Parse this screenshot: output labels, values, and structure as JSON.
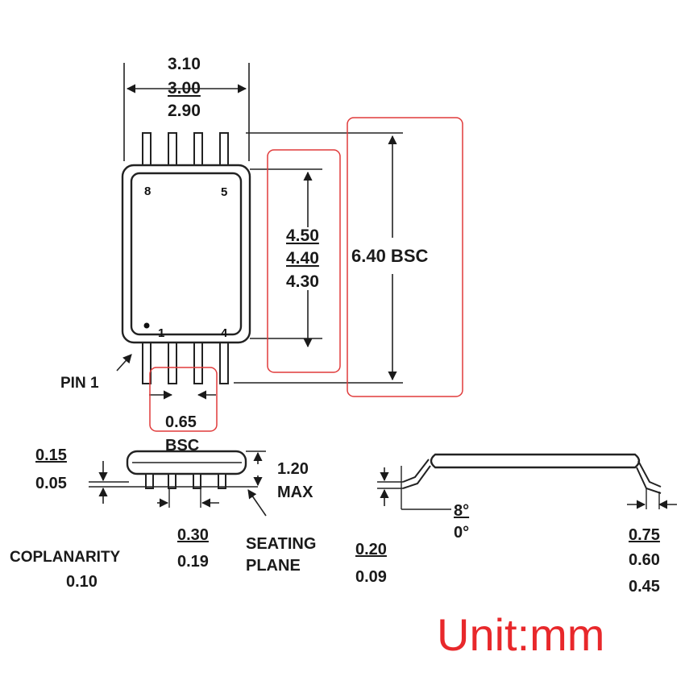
{
  "top_view": {
    "width_dims": [
      "3.10",
      "3.00",
      "2.90"
    ],
    "body_width_dims": [
      "4.50",
      "4.40",
      "4.30"
    ],
    "overall_width": "6.40 BSC",
    "pin_pitch": "0.65",
    "pin_pitch_suffix": "BSC",
    "pin_labels": {
      "p8": "8",
      "p5": "5",
      "p1": "1",
      "p4": "4"
    },
    "pin1_label": "PIN 1"
  },
  "side_view": {
    "standoff": [
      "0.15",
      "0.05"
    ],
    "height": [
      "1.20",
      "MAX"
    ],
    "lead_width": [
      "0.30",
      "0.19"
    ],
    "seating_plane": [
      "SEATING",
      "PLANE"
    ],
    "coplanarity": [
      "COPLANARITY",
      "0.10"
    ]
  },
  "end_view": {
    "lead_thickness": [
      "0.20",
      "0.09"
    ],
    "angle": [
      "8°",
      "0°"
    ],
    "foot_length": [
      "0.75",
      "0.60",
      "0.45"
    ]
  },
  "unit_label": "Unit:mm",
  "colors": {
    "highlight": "#e03a3a",
    "ink": "#1a1a1a",
    "unit": "#e8282b"
  }
}
